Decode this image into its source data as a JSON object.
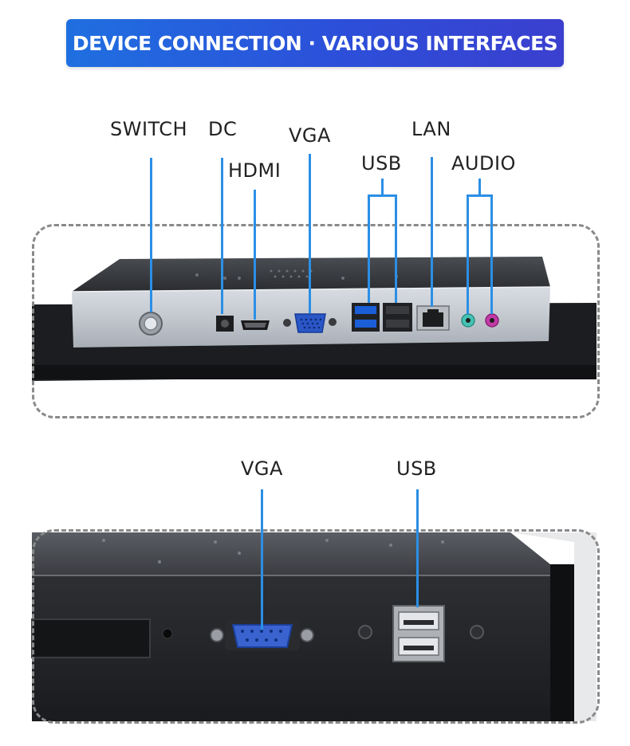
{
  "banner": {
    "title": "DEVICE CONNECTION · VARIOUS INTERFACES"
  },
  "top_labels": {
    "switch": "SWITCH",
    "dc": "DC",
    "hdmi": "HDMI",
    "vga": "VGA",
    "usb": "USB",
    "lan": "LAN",
    "audio": "AUDIO"
  },
  "bottom_labels": {
    "vga": "VGA",
    "usb": "USB"
  },
  "colors": {
    "accent_line": "#2b8fe6",
    "banner_start": "#1f6fe0",
    "banner_end": "#3b3fcf",
    "usb3_blue": "#1a5ed8",
    "vga_blue": "#2a56c6",
    "audio_green": "#46c2b4",
    "audio_pink": "#c23aa6"
  }
}
